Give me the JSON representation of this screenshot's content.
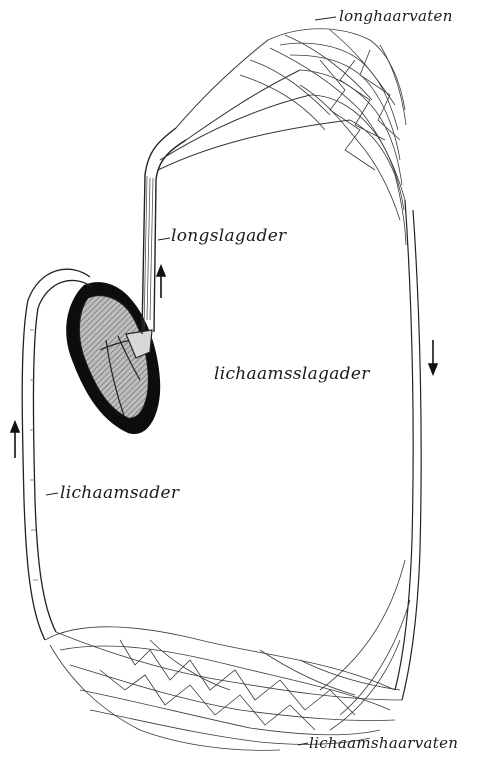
{
  "diagram": {
    "labels": {
      "lung_capillaries": "longhaarvaten",
      "pulmonary_artery": "longslagader",
      "body_artery": "lichaamsslagader",
      "body_vein": "lichaamsader",
      "body_capillaries": "lichaamshaarvaten"
    },
    "colors": {
      "ink": "#1a1a1a",
      "heart_wall": "#0d0d0d",
      "heart_chamber": "#a8a8a8",
      "background": "#ffffff"
    }
  }
}
